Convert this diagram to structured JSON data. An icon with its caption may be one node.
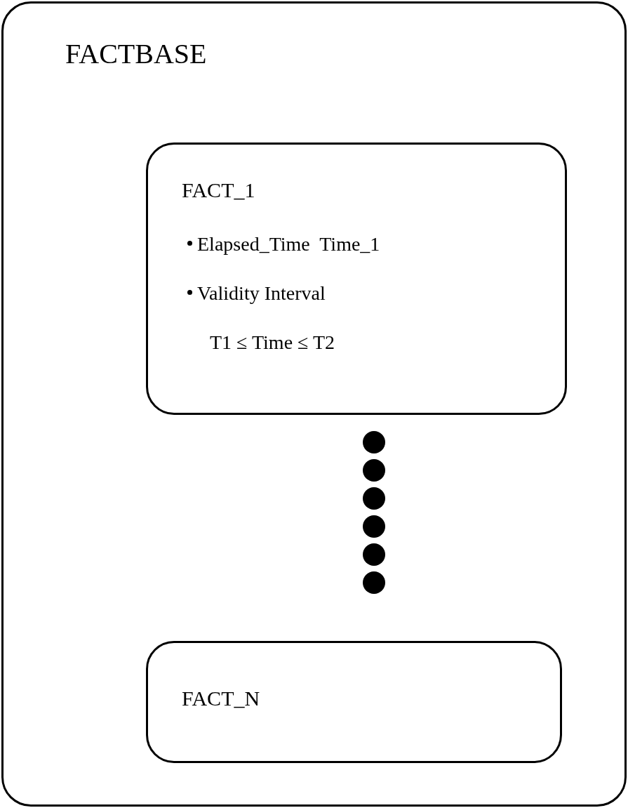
{
  "diagram": {
    "nodes": [
      {
        "text": [
          "FACTBASE"
        ]
      },
      {
        "text": [
          "FACT_1",
          "Elapsed_Time  Time_1",
          "Validity Interval",
          "T1 ≤ Time ≤ T2"
        ],
        "in": 0
      },
      {
        "text": [
          "FACT_N"
        ],
        "in": 0
      }
    ]
  }
}
